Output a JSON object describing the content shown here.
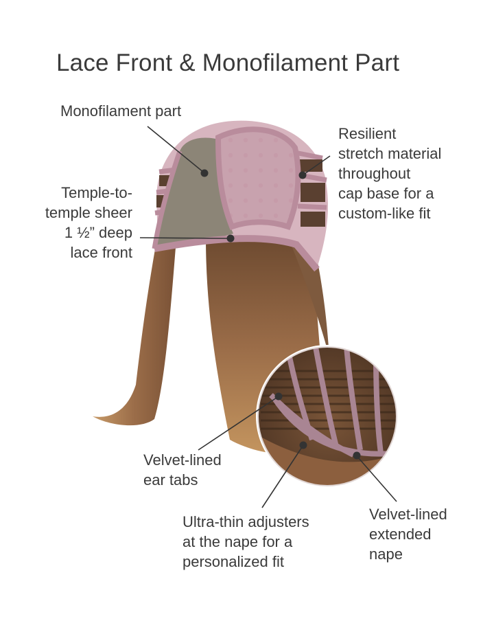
{
  "title": "Lace Front & Monofilament Part",
  "callouts": {
    "monofilament_part": [
      "Monofilament part"
    ],
    "lace_front": [
      "Temple-to-",
      "temple sheer",
      "1 ½” deep",
      "lace front"
    ],
    "stretch_material": [
      "Resilient",
      "stretch material",
      "throughout",
      "cap base for a",
      "custom-like fit"
    ],
    "ear_tabs": [
      "Velvet-lined",
      "ear tabs"
    ],
    "adjusters": [
      "Ultra-thin adjusters",
      "at the nape for a",
      "personalized fit"
    ],
    "nape": [
      "Velvet-lined",
      "extended",
      "nape"
    ]
  },
  "colors": {
    "cap_pink": "#b98c9c",
    "lace_gray": "#8c8577",
    "hair_brown": "#9a6c48",
    "leader_line": "#333333"
  }
}
